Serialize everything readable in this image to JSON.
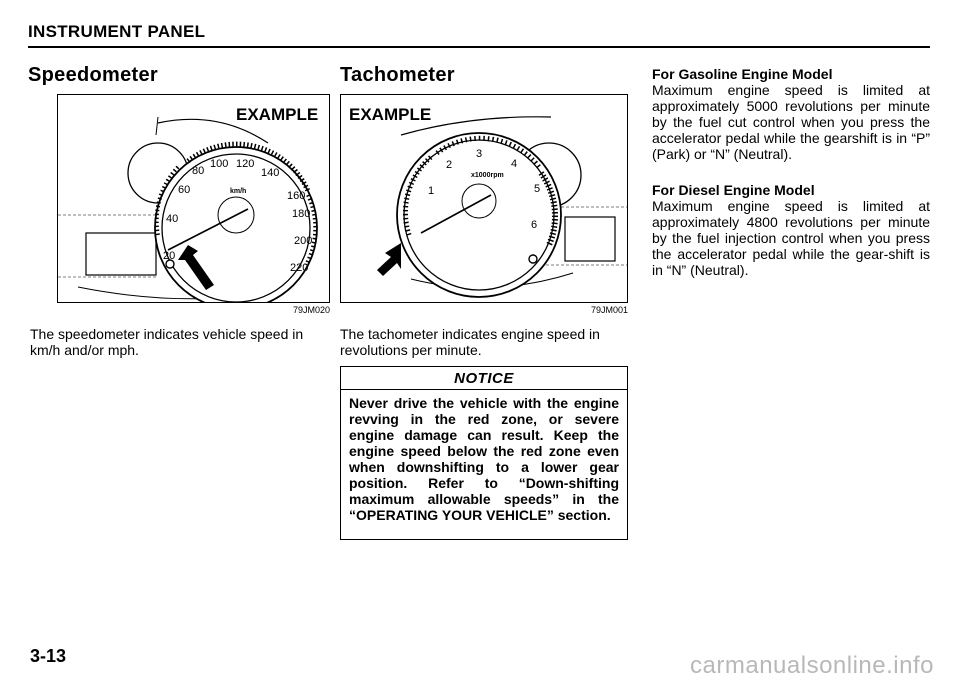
{
  "header": {
    "title": "INSTRUMENT PANEL"
  },
  "speedometer": {
    "title": "Speedometer",
    "example_label": "EXAMPLE",
    "figure_code": "79JM020",
    "unit": "km/h",
    "ticks": [
      "20",
      "40",
      "60",
      "80",
      "100",
      "120",
      "140",
      "160",
      "180",
      "200",
      "220"
    ],
    "body": "The speedometer indicates vehicle speed in km/h and/or mph."
  },
  "tachometer": {
    "title": "Tachometer",
    "example_label": "EXAMPLE",
    "figure_code": "79JM001",
    "unit": "x1000rpm",
    "ticks": [
      "1",
      "2",
      "3",
      "4",
      "5",
      "6"
    ],
    "body": "The tachometer indicates engine speed in revolutions per minute."
  },
  "notice": {
    "heading": "NOTICE",
    "body": "Never drive the vehicle with the engine revving in the red zone, or severe engine damage can result. Keep the engine speed below the red zone even when downshifting to a lower gear position. Refer to “Down-shifting maximum allowable speeds” in the “OPERATING YOUR VEHICLE” section."
  },
  "gasoline": {
    "heading": "For Gasoline Engine Model",
    "body": "Maximum engine speed is limited at approximately 5000 revolutions per minute by the fuel cut control when you press the accelerator pedal while the gearshift is in “P” (Park) or “N” (Neutral)."
  },
  "diesel": {
    "heading": "For Diesel Engine Model",
    "body": "Maximum engine speed is limited at approximately 4800 revolutions per minute by the fuel injection control when you press the accelerator pedal while the gear-shift is in “N” (Neutral)."
  },
  "footer": {
    "page_number": "3-13",
    "watermark": "carmanualsonline.info"
  }
}
